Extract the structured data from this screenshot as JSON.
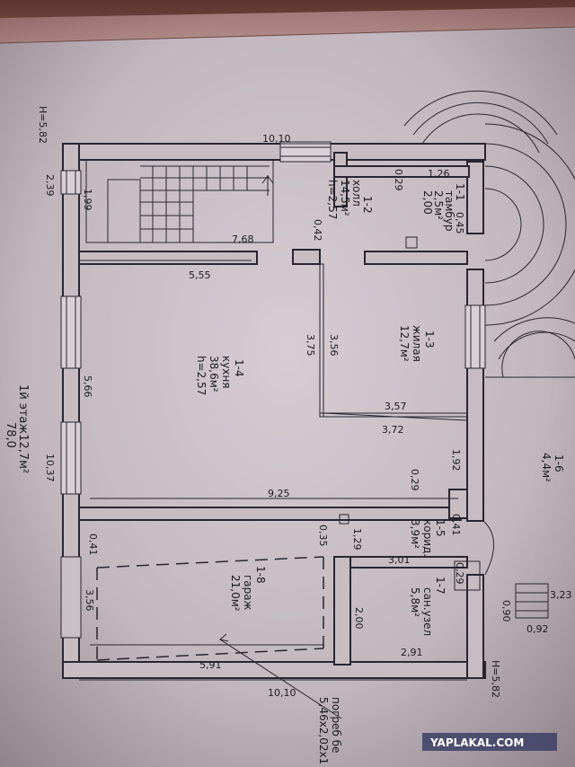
{
  "plan": {
    "floor_title": "1й этаж12,7м²",
    "floor_subtitle": "78,0",
    "height_marks": {
      "top_left": "H=5,82",
      "bottom_right": "H=5,82"
    },
    "rooms": [
      {
        "id": "1-1",
        "name": "тамбур",
        "area": "2,5м²",
        "height": "2,00"
      },
      {
        "id": "1-2",
        "name": "холл",
        "area": "14,5м²",
        "height": "h=2,57"
      },
      {
        "id": "1-3",
        "name": "жилая",
        "area": "12,7м²",
        "height": ""
      },
      {
        "id": "1-4",
        "name": "кухня",
        "area": "38,6м²",
        "height": "h=2,57"
      },
      {
        "id": "1-5",
        "name": "корид.",
        "area": "3,9м²",
        "height": ""
      },
      {
        "id": "1-6",
        "name": "",
        "area": "4,4м²",
        "height": ""
      },
      {
        "id": "1-7",
        "name": "сан.узел",
        "area": "5,8м²",
        "height": ""
      },
      {
        "id": "1-8",
        "name": "гараж",
        "area": "21,0м²",
        "height": ""
      }
    ],
    "cellar_note": [
      "погреб бе",
      "5,46х2,02х1"
    ],
    "dimensions": {
      "top_outer": "10,10",
      "bottom_outer": "10,10",
      "d_2_39": "2,39",
      "d_1_99": "1,99",
      "d_1_26": "1,26",
      "d_0_29_top": "0,29",
      "d_0_45": "0,45",
      "d_0_42": "0,42",
      "d_7_68": "7,68",
      "d_5_55": "5,55",
      "d_3_56": "3,56",
      "d_3_75": "3,75",
      "d_5_66": "5,66",
      "d_3_57": "3,57",
      "d_3_72": "3,72",
      "d_1_92": "1,92",
      "d_10_37": "10,37",
      "d_9_25": "9,25",
      "d_0_29_mid": "0,29",
      "d_0_41_left": "0,41",
      "d_0_35": "0,35",
      "d_1_29": "1,29",
      "d_3_01": "3,01",
      "d_0_41_right": "0,41",
      "d_3_56_garage": "3,56",
      "d_2_00": "2,00",
      "d_0_29_low": "0,29",
      "d_3_23": "3,23",
      "d_0_90": "0,90",
      "d_0_92": "0,92",
      "d_5_91": "5,91",
      "d_2_91": "2,91"
    }
  },
  "watermark": "YAPLAKAL.COM",
  "colors": {
    "paper": "#c9bfc6",
    "ink": "#2a2530",
    "background": "#3a302c"
  }
}
